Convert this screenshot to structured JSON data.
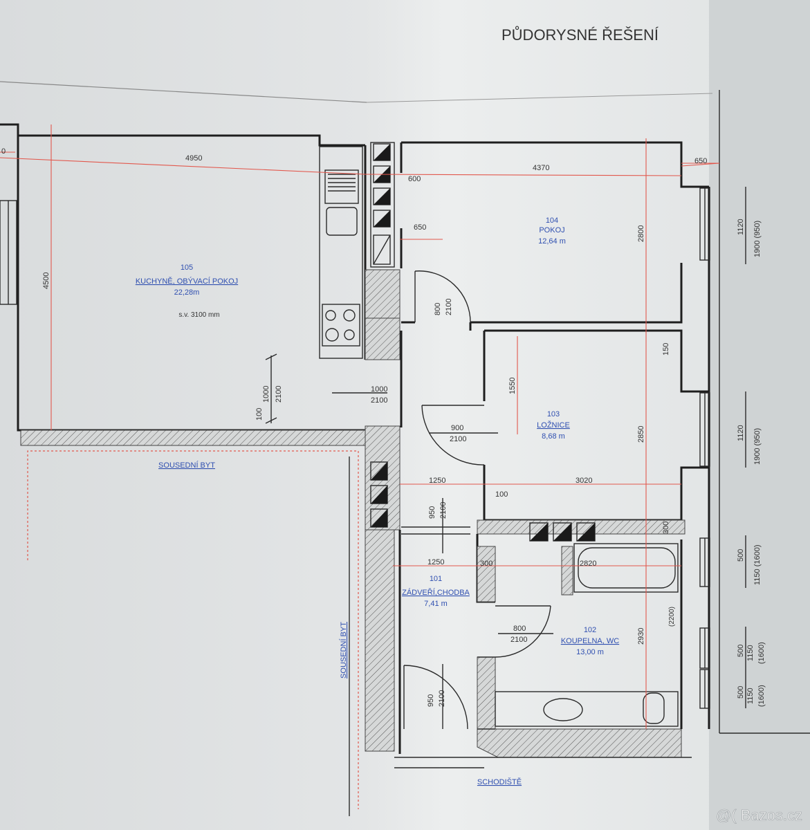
{
  "title": "PŮDORYSNÉ ŘEŠENÍ",
  "watermark": "@( Bazos.cz",
  "rooms": [
    {
      "id": "105",
      "name": "KUCHYNĚ, OBÝVACÍ POKOJ",
      "area": "22,28m",
      "note": "s.v. 3100 mm"
    },
    {
      "id": "104",
      "name": "POKOJ",
      "area": "12,64 m"
    },
    {
      "id": "103",
      "name": "LOŽNICE",
      "area": "8,68 m"
    },
    {
      "id": "101",
      "name": "ZÁDVEŘÍ,CHODBA",
      "area": "7,41 m"
    },
    {
      "id": "102",
      "name": "KOUPELNA, WC",
      "area": "13,00 m"
    }
  ],
  "labels": {
    "neighbor_top": "SOUSEDNÍ BYT",
    "neighbor_side": "SOUSEDNÍ BYT",
    "stairs": "SCHODIŠTĚ"
  },
  "dimensions": {
    "d4950": "4950",
    "d4370": "4370",
    "d650a": "650",
    "d600": "600",
    "d650b": "650",
    "d4500": "4500",
    "d2800": "2800",
    "d150": "150",
    "d2850": "2850",
    "d300": "300",
    "d2930": "2930",
    "d1550": "1550",
    "d1250a": "1250",
    "d3020": "3020",
    "d100": "100",
    "d1250b": "1250",
    "d300b": "300",
    "d2820": "2820",
    "d1000": "1000",
    "d2100": "2100",
    "d100b": "100",
    "d0": "0",
    "win1a": "1120",
    "win1b": "1900 (950)",
    "win2a": "1120",
    "win2b": "1900 (950)",
    "win3a": "500",
    "win3b": "1150 (1600)",
    "win4a": "500",
    "win4b": "1150",
    "win4c": "(1600)",
    "win5a": "500",
    "win5b": "1150",
    "win5c": "(1600)",
    "bath_h": "(2200)"
  },
  "doors": [
    {
      "w": "800",
      "h": "2100"
    },
    {
      "w": "1000",
      "h": "2100"
    },
    {
      "w": "900",
      "h": "2100"
    },
    {
      "w": "950",
      "h": "2100"
    },
    {
      "w": "800",
      "h": "2100"
    },
    {
      "w": "950",
      "h": "2100"
    }
  ]
}
